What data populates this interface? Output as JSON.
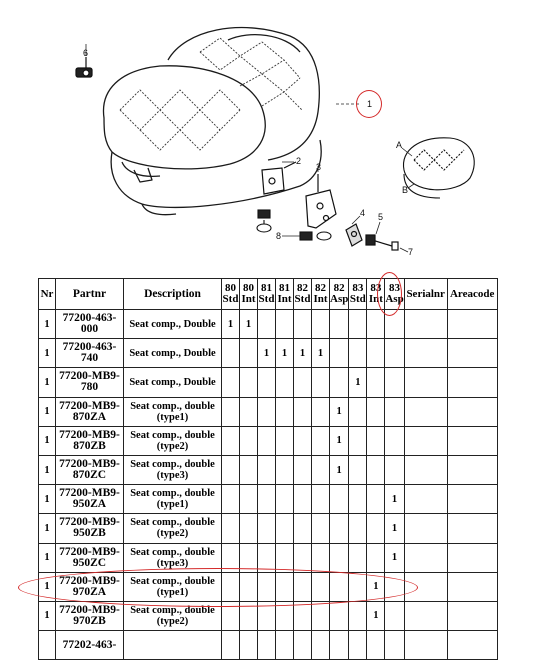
{
  "diagram": {
    "callouts": [
      "1",
      "2",
      "3",
      "4",
      "5",
      "6",
      "7",
      "8",
      "A",
      "B"
    ],
    "accent_color": "#d42a2a"
  },
  "table": {
    "headers": {
      "nr": "Nr",
      "partnr": "Partnr",
      "description": "Description",
      "models": [
        {
          "top": "80",
          "bottom": "Std"
        },
        {
          "top": "80",
          "bottom": "Int"
        },
        {
          "top": "81",
          "bottom": "Std"
        },
        {
          "top": "81",
          "bottom": "Int"
        },
        {
          "top": "82",
          "bottom": "Std"
        },
        {
          "top": "82",
          "bottom": "Int"
        },
        {
          "top": "82",
          "bottom": "Asp"
        },
        {
          "top": "83",
          "bottom": "Std"
        },
        {
          "top": "83",
          "bottom": "Int"
        },
        {
          "top": "83",
          "bottom": "Asp"
        }
      ],
      "serialnr": "Serialnr",
      "areacode": "Areacode"
    },
    "rows": [
      {
        "nr": "1",
        "part": [
          "77200-463-",
          "000"
        ],
        "desc": [
          "Seat comp., Double"
        ],
        "marks": [
          "1",
          "1",
          "",
          "",
          "",
          "",
          "",
          "",
          "",
          ""
        ]
      },
      {
        "nr": "1",
        "part": [
          "77200-463-",
          "740"
        ],
        "desc": [
          "Seat comp., Double"
        ],
        "marks": [
          "",
          "",
          "1",
          "1",
          "1",
          "1",
          "",
          "",
          "",
          ""
        ]
      },
      {
        "nr": "1",
        "part": [
          "77200-MB9-",
          "780"
        ],
        "desc": [
          "Seat comp., Double"
        ],
        "marks": [
          "",
          "",
          "",
          "",
          "",
          "",
          "",
          "1",
          "",
          ""
        ]
      },
      {
        "nr": "1",
        "part": [
          "77200-MB9-",
          "870ZA"
        ],
        "desc": [
          "Seat comp., double",
          "(type1)"
        ],
        "marks": [
          "",
          "",
          "",
          "",
          "",
          "",
          "1",
          "",
          "",
          ""
        ]
      },
      {
        "nr": "1",
        "part": [
          "77200-MB9-",
          "870ZB"
        ],
        "desc": [
          "Seat comp., double",
          "(type2)"
        ],
        "marks": [
          "",
          "",
          "",
          "",
          "",
          "",
          "1",
          "",
          "",
          ""
        ]
      },
      {
        "nr": "1",
        "part": [
          "77200-MB9-",
          "870ZC"
        ],
        "desc": [
          "Seat comp., double",
          "(type3)"
        ],
        "marks": [
          "",
          "",
          "",
          "",
          "",
          "",
          "1",
          "",
          "",
          ""
        ]
      },
      {
        "nr": "1",
        "part": [
          "77200-MB9-",
          "950ZA"
        ],
        "desc": [
          "Seat comp., double",
          "(type1)"
        ],
        "marks": [
          "",
          "",
          "",
          "",
          "",
          "",
          "",
          "",
          "",
          "1"
        ]
      },
      {
        "nr": "1",
        "part": [
          "77200-MB9-",
          "950ZB"
        ],
        "desc": [
          "Seat comp., double",
          "(type2)"
        ],
        "marks": [
          "",
          "",
          "",
          "",
          "",
          "",
          "",
          "",
          "",
          "1"
        ]
      },
      {
        "nr": "1",
        "part": [
          "77200-MB9-",
          "950ZC"
        ],
        "desc": [
          "Seat comp., double",
          "(type3)"
        ],
        "marks": [
          "",
          "",
          "",
          "",
          "",
          "",
          "",
          "",
          "",
          "1"
        ]
      },
      {
        "nr": "1",
        "part": [
          "77200-MB9-",
          "970ZA"
        ],
        "desc": [
          "Seat comp., double",
          "(type1)"
        ],
        "marks": [
          "",
          "",
          "",
          "",
          "",
          "",
          "",
          "",
          "1",
          ""
        ]
      },
      {
        "nr": "1",
        "part": [
          "77200-MB9-",
          "970ZB"
        ],
        "desc": [
          "Seat comp., double",
          "(type2)"
        ],
        "marks": [
          "",
          "",
          "",
          "",
          "",
          "",
          "",
          "",
          "1",
          ""
        ]
      },
      {
        "nr": "",
        "part": [
          "77202-463-",
          ""
        ],
        "desc": [
          ""
        ],
        "marks": [
          "",
          "",
          "",
          "",
          "",
          "",
          "",
          "",
          "",
          ""
        ]
      }
    ]
  }
}
